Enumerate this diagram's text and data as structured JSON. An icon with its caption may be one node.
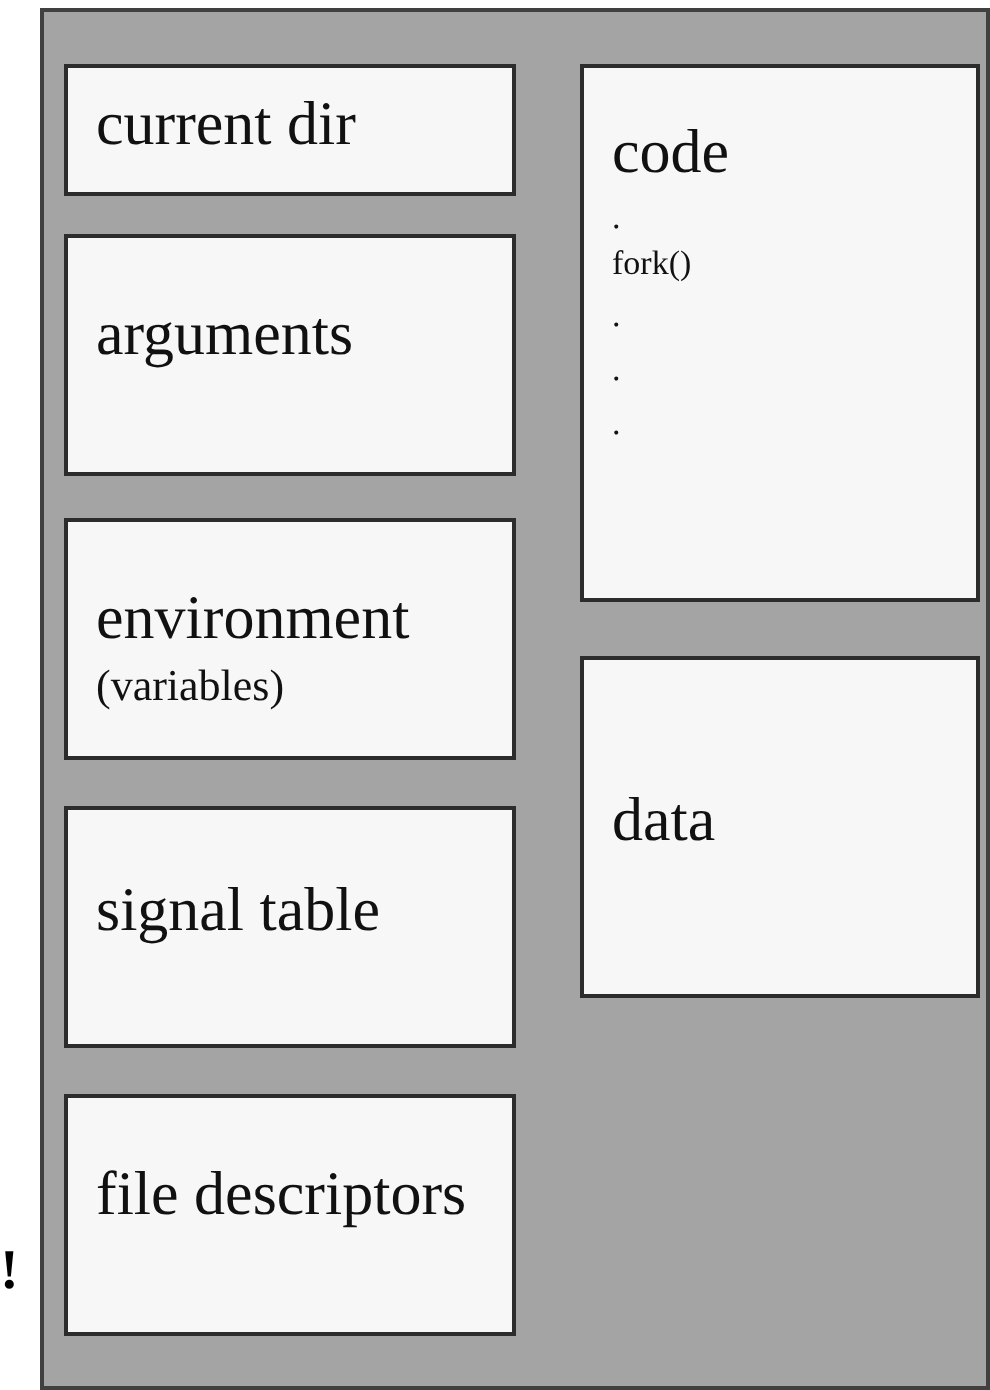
{
  "diagram": {
    "nodes": [
      {
        "text": [],
        "shape": "box"
      },
      {
        "text": [
          "current dir"
        ],
        "in": 0
      },
      {
        "text": [
          "arguments"
        ],
        "in": 0
      },
      {
        "text": [
          "environment",
          "(variables)"
        ],
        "in": 0
      },
      {
        "text": [
          "signal table"
        ],
        "in": 0
      },
      {
        "text": [
          "file descriptors"
        ],
        "in": 0
      },
      {
        "text": [
          "code",
          ".",
          "fork()",
          ".",
          ".",
          "."
        ],
        "in": 0
      },
      {
        "text": [
          "data"
        ],
        "in": 0
      }
    ],
    "labels": [
      "!"
    ]
  }
}
